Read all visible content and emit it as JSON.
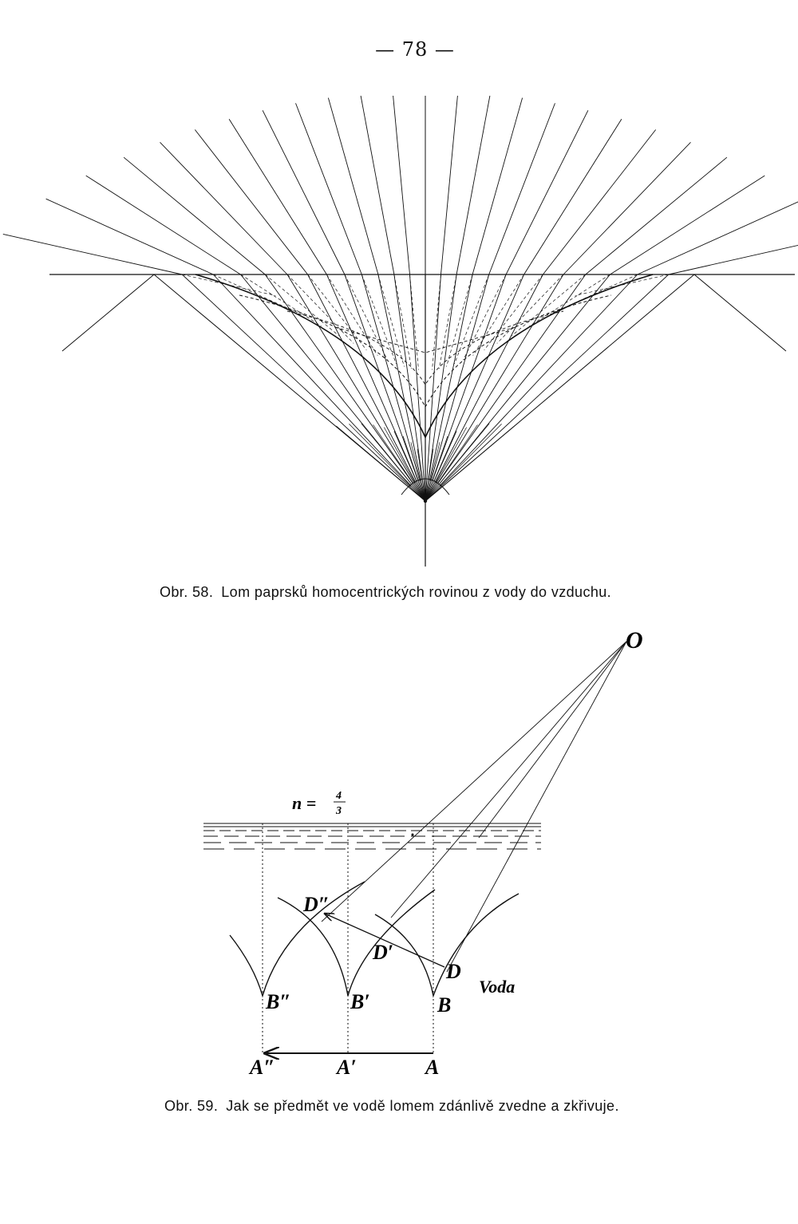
{
  "page": {
    "number": "— 78 —"
  },
  "figure58": {
    "caption_number": "Obr. 58.",
    "caption_text": "Lom paprsků homocentrických rovinou z vody do vzduchu."
  },
  "figure59": {
    "caption_number": "Obr. 59.",
    "caption_text": "Jak se předmět ve vodě lomem zdánlivě zvedne a zkřivuje.",
    "labels": {
      "O": "O",
      "refractive_index_prefix": "n =",
      "refractive_index_num": "4",
      "refractive_index_den": "3",
      "D": "D",
      "D1": "D′",
      "D2": "D″",
      "B": "B",
      "B1": "B′",
      "B2": "B″",
      "A": "A",
      "A1": "A′",
      "A2": "A″",
      "medium": "Voda"
    }
  }
}
